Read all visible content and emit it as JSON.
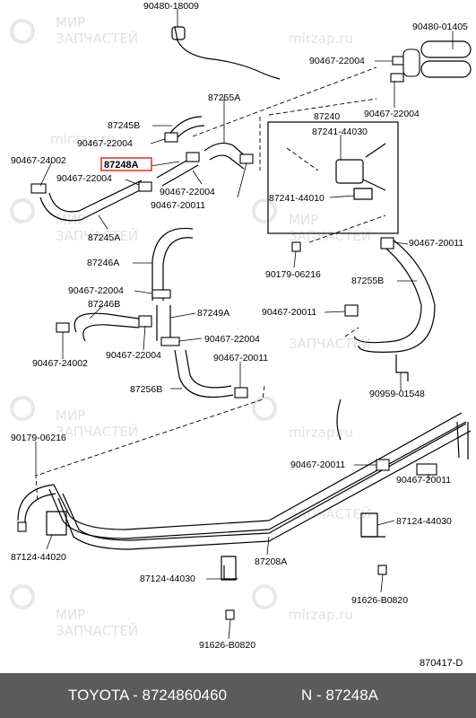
{
  "watermarks": {
    "line1": "МИР",
    "line2": "ЗАПЧАСТЕЙ",
    "site": "mirzap.ru"
  },
  "labels": {
    "p90480_18009": "90480-18009",
    "p90480_01405": "90480-01405",
    "p90467_22004_a": "90467-22004",
    "p87255a_top": "87255A",
    "p87245b": "87245B",
    "p90467_22004_b": "90467-22004",
    "p87240": "87240",
    "p90467_22004_c": "90467-22004",
    "p87241_44030": "87241-44030",
    "p90467_24002_a": "90467-24002",
    "p87248a": "87248A",
    "p90467_22004_d": "90467-22004",
    "p90467_22004_e": "90467-22004",
    "p90467_20011_a": "90467-20011",
    "p87241_44010": "87241-44010",
    "p87245a": "87245A",
    "p87246a": "87246A",
    "p90179_06216_a": "90179-06216",
    "p90467_20011_b": "90467-20011",
    "p87255b": "87255B",
    "p90467_22004_f": "90467-22004",
    "p87246b": "87246B",
    "p87249a": "87249A",
    "p90467_20011_c": "90467-20011",
    "p90467_22004_g": "90467-22004",
    "p90467_24002_b": "90467-24002",
    "p90467_22004_h": "90467-22004",
    "p90467_20011_d": "90467-20011",
    "p87256b": "87256B",
    "p90959_01548": "90959-01548",
    "p90179_06216_b": "90179-06216",
    "p90467_20011_e": "90467-20011",
    "p90467_20011_f": "90467-20011",
    "p87124_44020": "87124-44020",
    "p87124_44030_a": "87124-44030",
    "p87208a": "87208A",
    "p87124_44030_b": "87124-44030",
    "p91626_b0820_a": "91626-B0820",
    "p91626_b0820_b": "91626-B0820",
    "drawing_no": "870417-D"
  },
  "highlight_color": "#e53935",
  "footer": {
    "left": "TOYOTA - 8724860460",
    "right": "N - 87248A"
  }
}
